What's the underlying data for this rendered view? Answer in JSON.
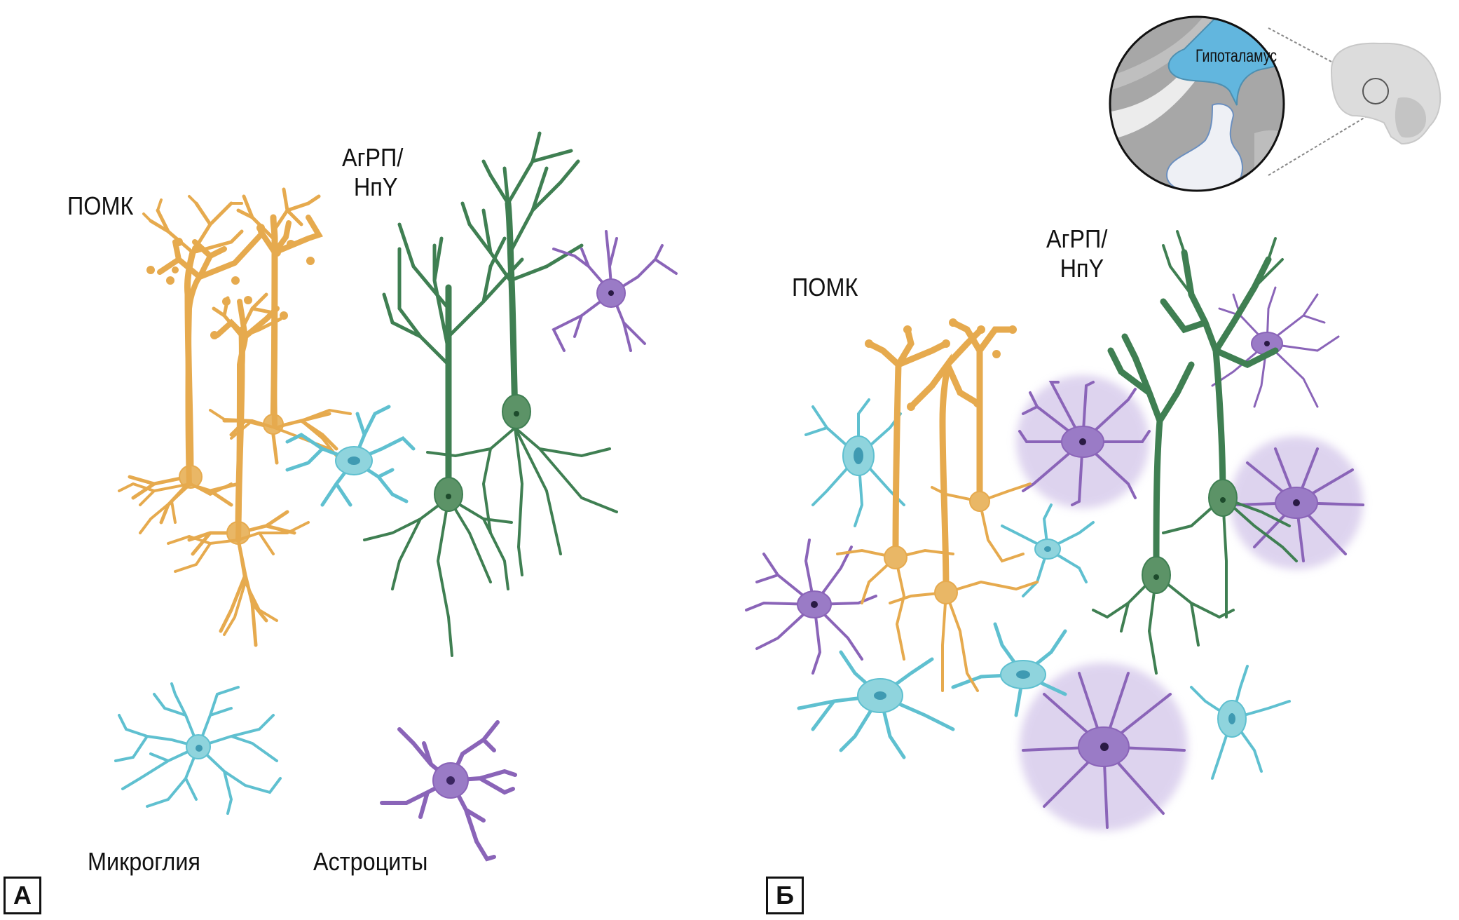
{
  "colors": {
    "pomc": "#e6aa4e",
    "pomc_body": "#e9b766",
    "agrp": "#3f7f52",
    "agrp_body": "#5c9367",
    "microglia": "#5fc0d0",
    "microglia_body": "#8fd4dd",
    "astrocyte": "#8a64b8",
    "astrocyte_body": "#9a7bc6",
    "hypothalamus": "#62b6de",
    "inset_gray": "#a9a9a9"
  },
  "panel_a": {
    "tag": "А",
    "label_pomc": "ПОМК",
    "label_agrp_line1": "АгРП/",
    "label_agrp_line2": "НпY",
    "label_microglia": "Микроглия",
    "label_astrocytes": "Астроциты"
  },
  "panel_b": {
    "tag": "Б",
    "label_pomc": "ПОМК",
    "label_agrp_line1": "АгРП/",
    "label_agrp_line2": "НпY"
  },
  "inset": {
    "label_hypothalamus": "Гипоталамус",
    "brain_icon": "brain-sagittal-icon"
  }
}
